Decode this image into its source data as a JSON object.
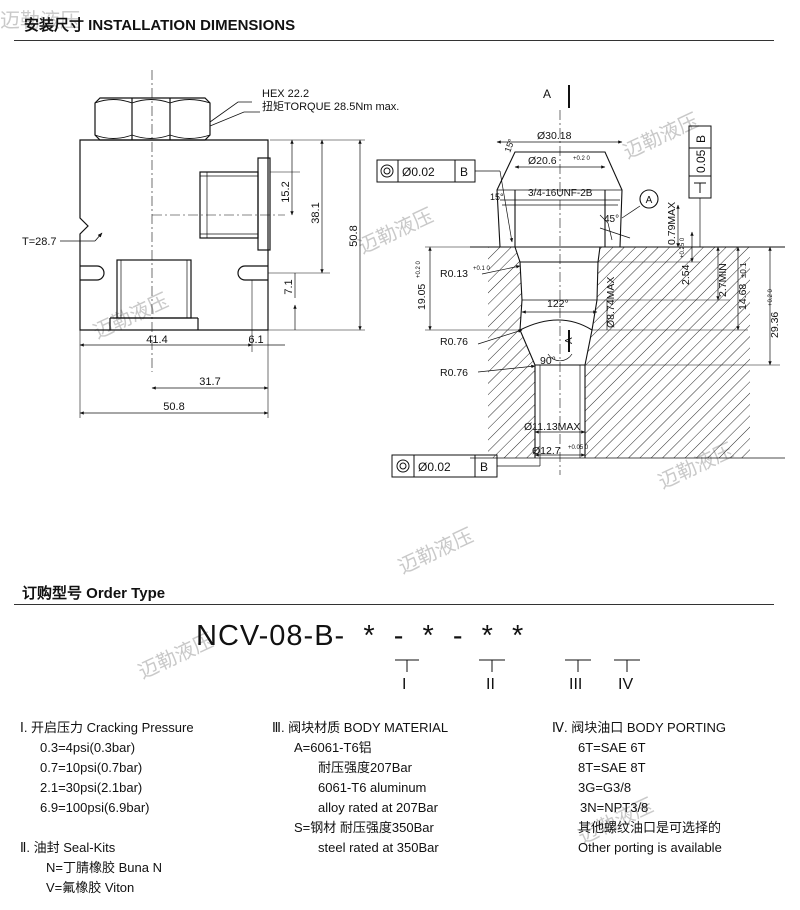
{
  "sections": {
    "installation_title": "安装尺寸 INSTALLATION DIMENSIONS",
    "order_title": "订购型号 Order Type"
  },
  "left_view": {
    "hex": "HEX 22.2",
    "torque": "扭矩TORQUE 28.5Nm max.",
    "thickness": "T=28.7",
    "dim_15_2": "15.2",
    "dim_38_1": "38.1",
    "dim_50_8_v": "50.8",
    "dim_7_1": "7.1",
    "dim_41_4": "41.4",
    "dim_6_1": "6.1",
    "dim_31_7": "31.7",
    "dim_50_8_h": "50.8"
  },
  "right_view": {
    "section_a_top": "A",
    "section_a_bottom": "A",
    "dia_30_18": "Ø30.18",
    "dia_20_6": "Ø20.6",
    "tol_20_6": "+0.2 0",
    "angle_15_top": "15°",
    "thread": "3/4-16UNF-2B",
    "angle_15": "15°",
    "angle_45": "45°",
    "circle_a": "A",
    "dim_0_79": "0.79MAX",
    "concentric_top": "Ø0.02",
    "concentric_top_ref": "B",
    "perp_value": "0.05",
    "perp_ref": "B",
    "r_0_13": "R0.13",
    "tol_r_0_13": "+0.1 0",
    "dim_19_05": "19.05",
    "tol_19_05": "+0.2 0",
    "angle_122": "122°",
    "dia_8_74": "Ø8.74MAX",
    "dim_2_54": "2.54",
    "tol_2_54": "+0.25 0",
    "dim_2_7": "2.7MIN",
    "dim_14_68": "14.68",
    "tol_14_68": "±0.1",
    "dim_29_36": "29.36",
    "tol_29_36": "+0.2 0",
    "r_0_76_a": "R0.76",
    "r_0_76_b": "R0.76",
    "angle_90": "90°",
    "dia_11_13": "Ø11.13MAX",
    "dia_12_7": "Ø12.7",
    "tol_12_7": "+0.05 0",
    "concentric_bottom": "Ø0.02",
    "concentric_bottom_ref": "B"
  },
  "order": {
    "code": "NCV-08-B-  *  -  *  -  *  *",
    "roman": [
      "I",
      "II",
      "III",
      "IV"
    ]
  },
  "options": {
    "col1": [
      "Ⅰ. 开启压力 Cracking Pressure",
      "0.3=4psi(0.3bar)",
      "0.7=10psi(0.7bar)",
      "2.1=30psi(2.1bar)",
      "6.9=100psi(6.9bar)",
      "",
      "Ⅱ. 油封 Seal-Kits",
      "N=丁腈橡胶 Buna N",
      "V=氟橡胶 Viton"
    ],
    "col2": [
      "Ⅲ. 阀块材质 BODY MATERIAL",
      "A=6061-T6铝",
      "耐压强度207Bar",
      "6061-T6 aluminum",
      "alloy rated at 207Bar",
      "S=钢材 耐压强度350Bar",
      "steel rated at 350Bar"
    ],
    "col3": [
      "Ⅳ. 阀块油口 BODY PORTING",
      "6T=SAE 6T",
      "8T=SAE 8T",
      "3G=G3/8",
      "3N=NPT3/8",
      "其他螺纹油口是可选择的",
      "Other porting is available"
    ]
  },
  "watermark": "迈勒液压"
}
